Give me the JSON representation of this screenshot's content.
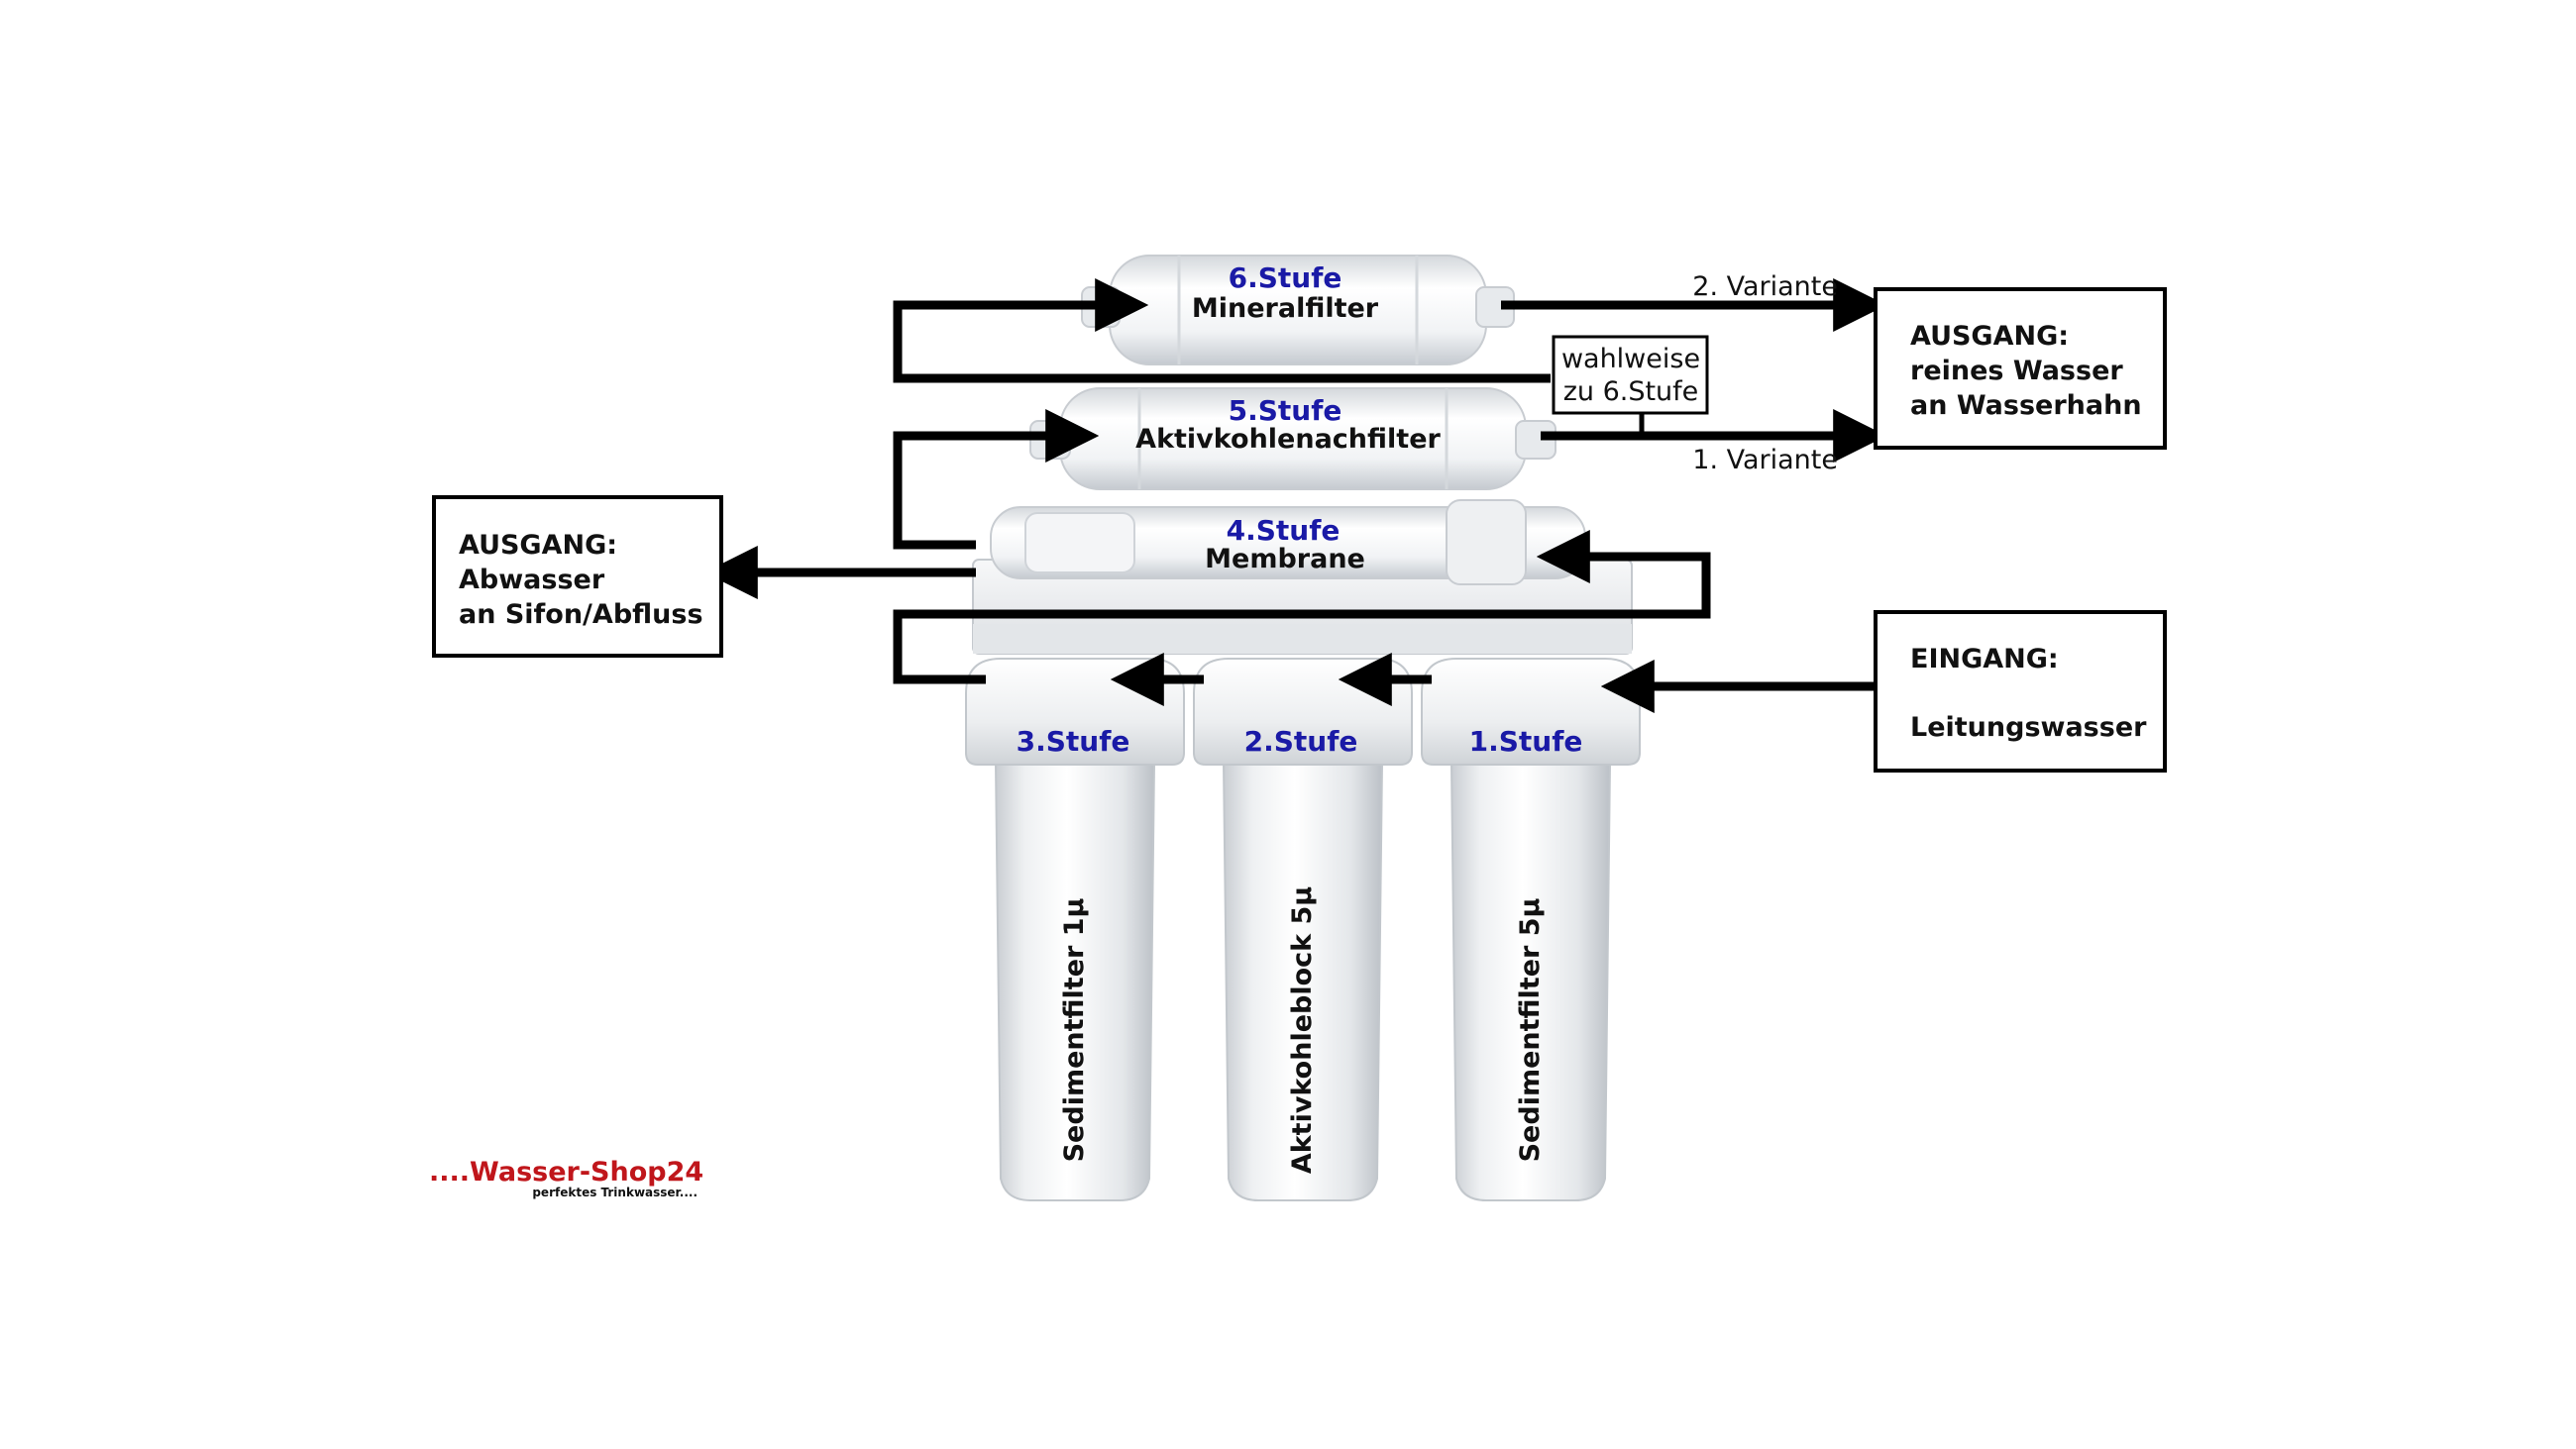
{
  "filter_stages": {
    "stage1": {
      "label": "1.Stufe",
      "name": "Sedimentfilter 5µ"
    },
    "stage2": {
      "label": "2.Stufe",
      "name": "Aktivkohleblock 5µ"
    },
    "stage3": {
      "label": "3.Stufe",
      "name": "Sedimentfilter 1µ"
    },
    "stage4": {
      "label": "4.Stufe",
      "name": "Membrane"
    },
    "stage5": {
      "label": "5.Stufe",
      "name": "Aktivkohlenachfilter"
    },
    "stage6": {
      "label": "6.Stufe",
      "name": "Mineralfilter"
    }
  },
  "boxes": {
    "input": {
      "line1": "EINGANG:",
      "line2": "Leitungswasser"
    },
    "output_clean": {
      "line1": "AUSGANG:",
      "line2": "reines Wasser",
      "line3": "an Wasserhahn"
    },
    "output_waste": {
      "line1": "AUSGANG:",
      "line2": "Abwasser",
      "line3": "an Sifon/Abfluss"
    },
    "optional_note": {
      "line1": "wahlweise",
      "line2": "zu 6.Stufe"
    }
  },
  "variants": {
    "variant2": "2. Variante",
    "variant1": "1. Variante"
  },
  "brand": {
    "name": "....Wasser-Shop24",
    "tagline": "perfektes Trinkwasser...."
  }
}
